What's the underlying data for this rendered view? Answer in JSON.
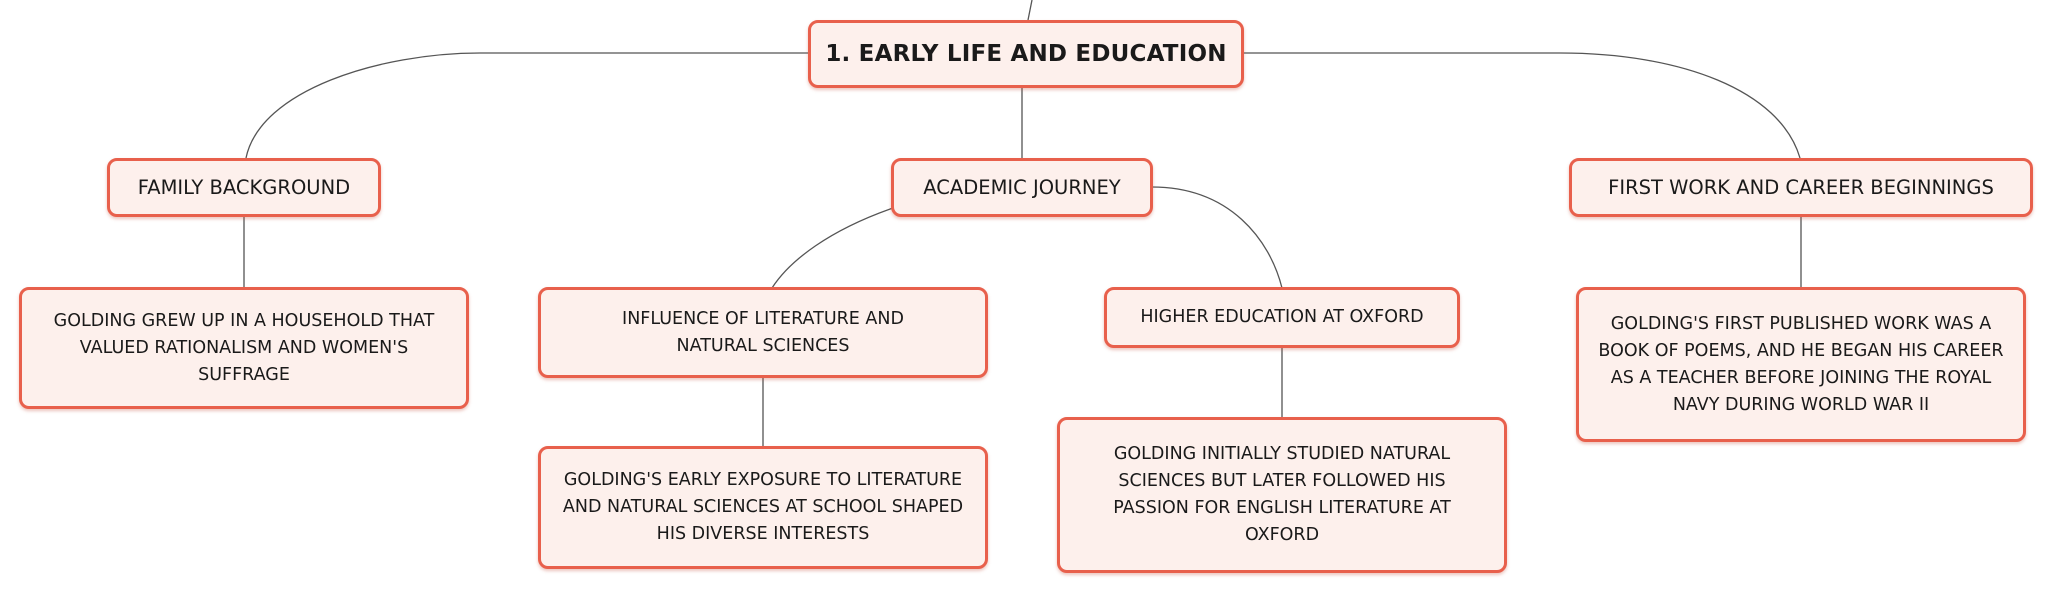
{
  "mindmap": {
    "root": {
      "label": "1. EARLY LIFE AND EDUCATION"
    },
    "branches": [
      {
        "label": "FAMILY BACKGROUND",
        "children": [
          {
            "label": "GOLDING GREW UP IN A HOUSEHOLD THAT VALUED RATIONALISM AND WOMEN'S SUFFRAGE"
          }
        ]
      },
      {
        "label": "ACADEMIC JOURNEY",
        "children": [
          {
            "label": "INFLUENCE OF LITERATURE AND NATURAL SCIENCES",
            "children": [
              {
                "label": "GOLDING'S EARLY EXPOSURE TO LITERATURE AND NATURAL SCIENCES AT SCHOOL SHAPED HIS DIVERSE INTERESTS"
              }
            ]
          },
          {
            "label": "HIGHER EDUCATION AT OXFORD",
            "children": [
              {
                "label": "GOLDING INITIALLY STUDIED NATURAL SCIENCES BUT LATER FOLLOWED HIS PASSION FOR ENGLISH LITERATURE AT OXFORD"
              }
            ]
          }
        ]
      },
      {
        "label": "FIRST WORK AND CAREER BEGINNINGS",
        "children": [
          {
            "label": "GOLDING'S FIRST PUBLISHED WORK WAS A BOOK OF POEMS, AND HE BEGAN HIS CAREER AS A TEACHER BEFORE JOINING THE ROYAL NAVY DURING WORLD WAR II"
          }
        ]
      }
    ],
    "colors": {
      "node_border": "#e8604c",
      "node_fill": "#fdf0ec",
      "connector": "#555555",
      "text": "#1a1a1a"
    }
  }
}
